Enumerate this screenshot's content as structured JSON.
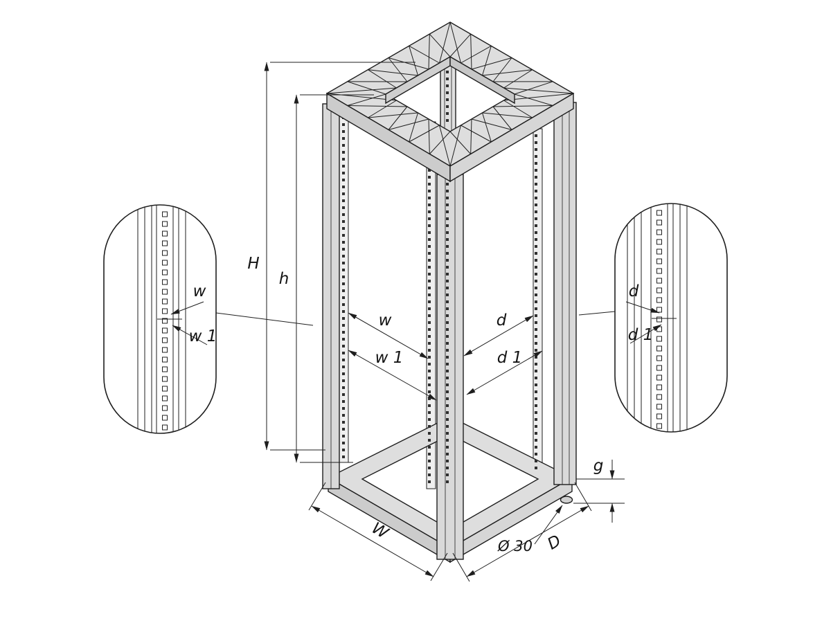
{
  "diagram": {
    "type": "technical-drawing",
    "subject": "rack cabinet open frame with dimension callouts and rail detail views",
    "dimension_labels": {
      "overall_height": "H",
      "inner_height": "h",
      "overall_width": "W",
      "overall_depth": "D",
      "front_rail_spacing": "w",
      "front_rail_spacing_inner": "w 1",
      "side_rail_spacing": "d",
      "side_rail_spacing_inner": "d 1",
      "base_height": "g",
      "glide_diameter": "Ø 30"
    },
    "detail_views": {
      "left": {
        "label_top": "w",
        "label_bottom": "w 1"
      },
      "right": {
        "label_top": "d",
        "label_bottom": "d 1"
      }
    },
    "colors": {
      "line": "#1e1e1e",
      "frame_fill": "#dedede",
      "frame_fill_dark": "#cccccc",
      "post_fill": "#d9d9d9",
      "background": "#ffffff"
    }
  }
}
